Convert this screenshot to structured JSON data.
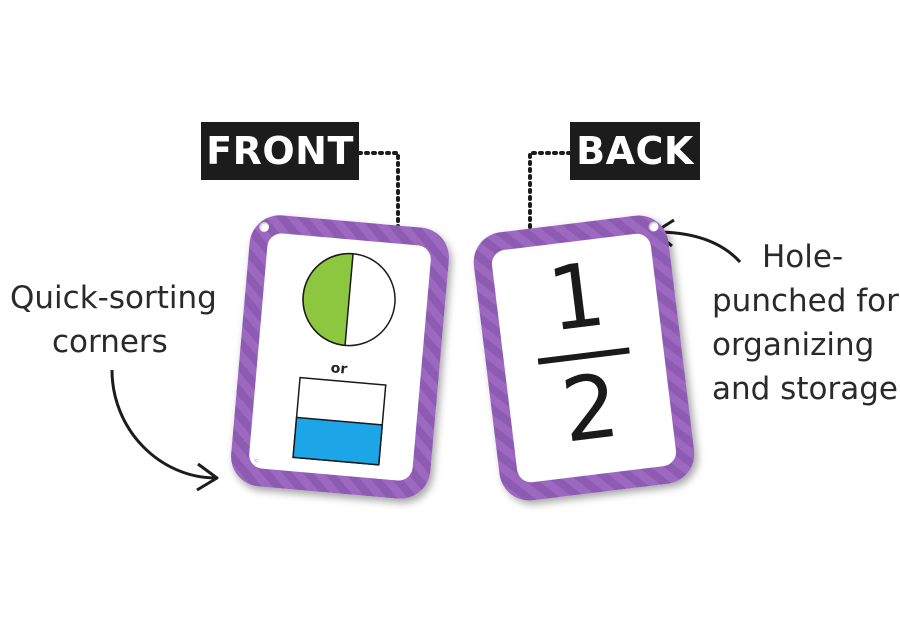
{
  "labels": {
    "front": "FRONT",
    "back": "BACK"
  },
  "captions": {
    "left_line1": "Quick-sorting",
    "left_line2": "corners",
    "right_line1": "Hole-",
    "right_line2": "punched for",
    "right_line3": "organizing",
    "right_line4": "and storage"
  },
  "front_card": {
    "circle_filled_fraction": 0.5,
    "rect_filled_fraction": 0.5,
    "or_text": "or",
    "circle_fill_color": "#8dc63f",
    "rect_fill_color": "#1ca6e8",
    "border_color": "#8d5bb1"
  },
  "back_card": {
    "numerator": "1",
    "denominator": "2",
    "border_color": "#8d5bb1"
  },
  "icons": [
    "curved-arrow-icon",
    "curved-arrow-icon",
    "hole-icon"
  ]
}
